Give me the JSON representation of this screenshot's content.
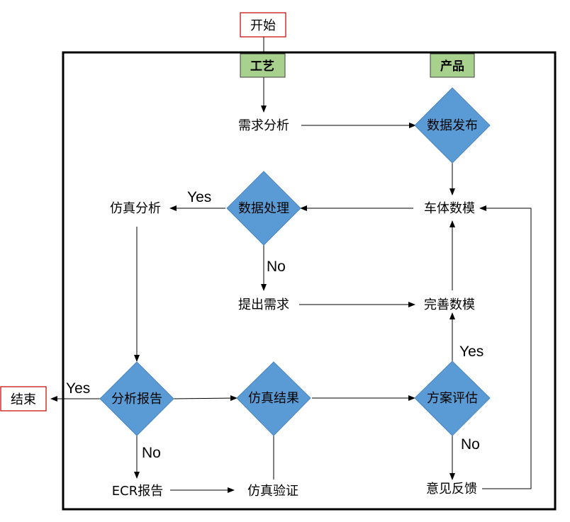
{
  "terminals": {
    "start": "开始",
    "end": "结束"
  },
  "lanes": {
    "process": "工艺",
    "product": "产品"
  },
  "nodes": {
    "requirement_analysis": "需求分析",
    "data_release": "数据发布",
    "body_model": "车体数模",
    "data_processing": "数据处理",
    "simulation_analysis": "仿真分析",
    "propose_requirement": "提出需求",
    "improve_model": "完善数模",
    "analysis_report": "分析报告",
    "simulation_result": "仿真结果",
    "plan_evaluation": "方案评估",
    "ecr_report": "ECR报告",
    "simulation_verification": "仿真验证",
    "feedback": "意见反馈"
  },
  "edge_labels": {
    "data_processing_yes": "Yes",
    "data_processing_no": "No",
    "plan_evaluation_yes": "Yes",
    "plan_evaluation_no": "No",
    "analysis_report_yes": "Yes",
    "analysis_report_no": "No"
  }
}
